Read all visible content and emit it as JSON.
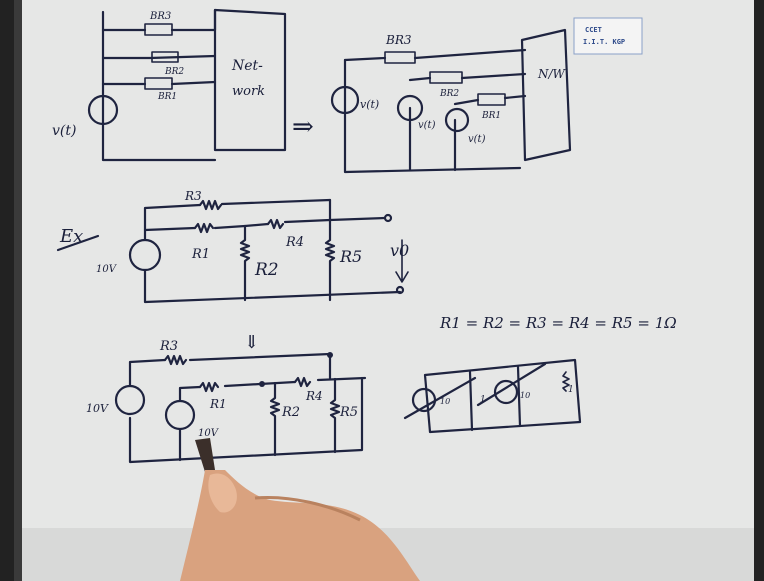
{
  "logo": {
    "line1": "CCET",
    "line2": "I.I.T. KGP"
  },
  "labels": {
    "top_left": {
      "br3": "BR3",
      "br2": "BR2",
      "br1": "BR1",
      "source": "v(t)",
      "network_l1": "Net-",
      "network_l2": "work"
    },
    "arrow": "⇒",
    "top_right": {
      "br3": "BR3",
      "br2": "BR2",
      "br1": "BR1",
      "v1": "v(t)",
      "v2": "v(t)",
      "v3": "v(t)",
      "nw": "N/W"
    },
    "example": {
      "ex": "Ex",
      "r3": "R3",
      "r1": "R1",
      "r4": "R4",
      "r2": "R2",
      "r5": "R5",
      "source": "10V",
      "vo": "v0"
    },
    "equation": "R1 = R2 = R3 = R4 = R5 = 1Ω",
    "bottom": {
      "down_arrow": "⇓",
      "r3": "R3",
      "r1": "R1",
      "r4": "R4",
      "r2": "R2",
      "r5": "R5",
      "s1": "10V",
      "s2": "10V"
    },
    "right_graph": {
      "n1": "10",
      "n2": "1",
      "n3": "10",
      "n4": "1"
    }
  },
  "colors": {
    "paper": "#e9eaea",
    "ink": "#1f2440",
    "logo": "#2e4a8a",
    "skin": "#d9a27f"
  }
}
